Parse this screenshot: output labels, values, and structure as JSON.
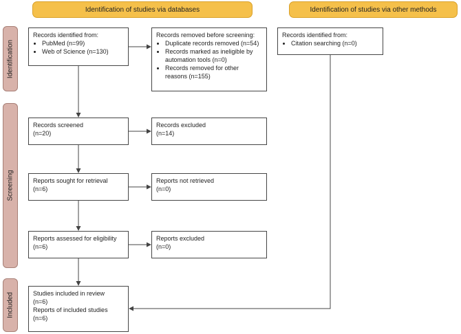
{
  "headers": {
    "databases": "Identification of studies via databases",
    "other_methods": "Identification of studies via other methods"
  },
  "phases": {
    "identification": "Identification",
    "screening": "Screening",
    "included": "Included"
  },
  "boxes": {
    "identified": {
      "title": "Records identified from:",
      "items": [
        "PubMed (n=99)",
        "Web of Science (n=130)"
      ]
    },
    "removed": {
      "title": "Records removed before screening:",
      "items": [
        "Duplicate records removed (n=54)",
        "Records marked as ineligible by automation tools (n=0)",
        "Records removed for other reasons (n=155)"
      ]
    },
    "other_identified": {
      "title": "Records identified from:",
      "items": [
        "Citation searching (n=0)"
      ]
    },
    "screened": {
      "title": "Records screened",
      "count": "(n=20)"
    },
    "excluded": {
      "title": "Records excluded",
      "count": "(n=14)"
    },
    "sought": {
      "title": "Reports sought for retrieval",
      "count": "(n=6)"
    },
    "not_retrieved": {
      "title": "Reports not retrieved",
      "count": "(n=0)"
    },
    "assessed": {
      "title": "Reports assessed for eligibility",
      "count": "(n=6)"
    },
    "reports_excluded": {
      "title": "Reports excluded",
      "count": "(n=0)"
    },
    "included": {
      "studies": "Studies included in review",
      "studies_count": "(n=6)",
      "reports": "Reports of included studies",
      "reports_count": "(n=6)"
    }
  },
  "colors": {
    "header": "#f5c04a",
    "phase": "#d8b2aa",
    "line": "#444444"
  }
}
